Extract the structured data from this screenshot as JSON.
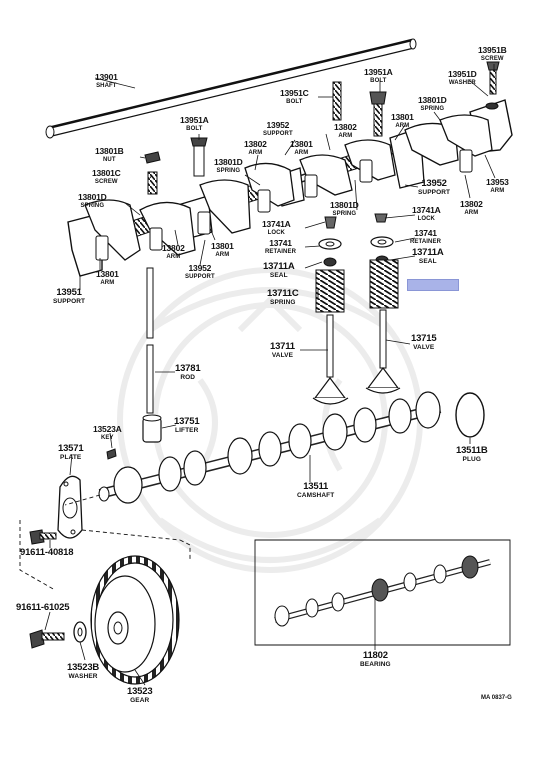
{
  "diagram": {
    "code": "MA 0837-G",
    "highlight_color": "#a9b3e8",
    "line_color": "#1a1a1a",
    "parts": [
      {
        "id": "13901",
        "number": "13901",
        "name": "SHAFT"
      },
      {
        "id": "13951B",
        "number": "13951B",
        "name": "SCREW"
      },
      {
        "id": "13951D",
        "number": "13951D",
        "name": "WASHER"
      },
      {
        "id": "13951A-top",
        "number": "13951A",
        "name": "BOLT"
      },
      {
        "id": "13951C",
        "number": "13951C",
        "name": "BOLT"
      },
      {
        "id": "13951A-left",
        "number": "13951A",
        "name": "BOLT"
      },
      {
        "id": "13952-top",
        "number": "13952",
        "name": "SUPPORT"
      },
      {
        "id": "13802-top",
        "number": "13802",
        "name": "ARM"
      },
      {
        "id": "13801-top",
        "number": "13801",
        "name": "ARM"
      },
      {
        "id": "13802-mid",
        "number": "13802",
        "name": "ARM"
      },
      {
        "id": "13801-right",
        "number": "13801",
        "name": "ARM"
      },
      {
        "id": "13801D-right",
        "number": "13801D",
        "name": "SPRING"
      },
      {
        "id": "13801B",
        "number": "13801B",
        "name": "NUT"
      },
      {
        "id": "13801C",
        "number": "13801C",
        "name": "SCREW"
      },
      {
        "id": "13801D-mid",
        "number": "13801D",
        "name": "SPRING"
      },
      {
        "id": "13801D-left",
        "number": "13801D",
        "name": "SPRING"
      },
      {
        "id": "13952-right",
        "number": "13952",
        "name": "SUPPORT"
      },
      {
        "id": "13953",
        "number": "13953",
        "name": "ARM"
      },
      {
        "id": "13802-right",
        "number": "13802",
        "name": "ARM"
      },
      {
        "id": "13801D-low",
        "number": "13801D",
        "name": "SPRING"
      },
      {
        "id": "13741A-left",
        "number": "13741A",
        "name": "LOCK"
      },
      {
        "id": "13741A-right",
        "number": "13741A",
        "name": "LOCK"
      },
      {
        "id": "13741-left",
        "number": "13741",
        "name": "RETAINER"
      },
      {
        "id": "13741-right",
        "number": "13741",
        "name": "RETAINER"
      },
      {
        "id": "13711A-left",
        "number": "13711A",
        "name": "SEAL"
      },
      {
        "id": "13711A-right",
        "number": "13711A",
        "name": "SEAL"
      },
      {
        "id": "13711C",
        "number": "13711C",
        "name": "SPRING"
      },
      {
        "id": "13802-lower",
        "number": "13802",
        "name": "ARM"
      },
      {
        "id": "13801-lower",
        "number": "13801",
        "name": "ARM"
      },
      {
        "id": "13952-lower",
        "number": "13952",
        "name": "SUPPORT"
      },
      {
        "id": "13801-left",
        "number": "13801",
        "name": "ARM"
      },
      {
        "id": "13951",
        "number": "13951",
        "name": "SUPPORT"
      },
      {
        "id": "13711",
        "number": "13711",
        "name": "VALVE"
      },
      {
        "id": "13715",
        "number": "13715",
        "name": "VALVE"
      },
      {
        "id": "13781",
        "number": "13781",
        "name": "ROD"
      },
      {
        "id": "13523A",
        "number": "13523A",
        "name": "KEY"
      },
      {
        "id": "13751",
        "number": "13751",
        "name": "LIFTER"
      },
      {
        "id": "13571",
        "number": "13571",
        "name": "PLATE"
      },
      {
        "id": "13511B",
        "number": "13511B",
        "name": "PLUG"
      },
      {
        "id": "13511",
        "number": "13511",
        "name": "CAMSHAFT"
      },
      {
        "id": "91611-40818",
        "number": "91611-40818",
        "name": ""
      },
      {
        "id": "91611-61025",
        "number": "91611-61025",
        "name": ""
      },
      {
        "id": "13523B",
        "number": "13523B",
        "name": "WASHER"
      },
      {
        "id": "13523",
        "number": "13523",
        "name": "GEAR"
      },
      {
        "id": "11802",
        "number": "11802",
        "name": "BEARING"
      }
    ]
  }
}
